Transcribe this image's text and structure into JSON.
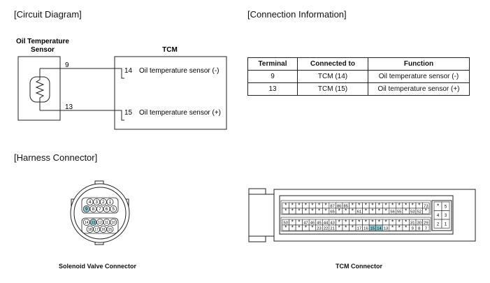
{
  "sections": {
    "circuit": "[Circuit Diagram]",
    "connection": "[Connection Information]",
    "harness": "[Harness Connector]"
  },
  "circuit": {
    "sensor_label": [
      "Oil Temperature",
      "Sensor"
    ],
    "tcm_label": "TCM",
    "wires": [
      {
        "pin": "9",
        "tcm_pin": "14",
        "label": "Oil temperature sensor (-)"
      },
      {
        "pin": "13",
        "tcm_pin": "15",
        "label": "Oil temperature sensor (+)"
      }
    ]
  },
  "table": {
    "headers": [
      "Terminal",
      "Connected to",
      "Function"
    ],
    "rows": [
      [
        "9",
        "TCM (14)",
        "Oil temperature sensor (-)"
      ],
      [
        "13",
        "TCM (15)",
        "Oil temperature sensor (+)"
      ]
    ]
  },
  "solenoid": {
    "caption": "Solenoid Valve Connector",
    "rows": [
      [
        "4",
        "3",
        "2",
        "1"
      ],
      [
        "9",
        "8",
        "7",
        "6",
        "5"
      ],
      [
        "14",
        "13",
        "12",
        "11",
        "10"
      ],
      [
        "18",
        "17",
        "16",
        "15"
      ]
    ],
    "highlight": [
      "9",
      "13"
    ],
    "highlight_color": "#8fc9d6"
  },
  "tcm_connector": {
    "caption": "TCM Connector",
    "block1": [
      [
        "*",
        "*",
        "*",
        "*",
        "*",
        "*",
        "*",
        "87",
        "86",
        "85",
        "*",
        "*",
        "*",
        "*",
        "*",
        "*",
        "*",
        "*",
        "*",
        "*",
        "*",
        "73"
      ],
      [
        "*",
        "*",
        "*",
        "*",
        "*",
        "*",
        "*",
        "65",
        "*",
        "*",
        "*",
        "61",
        "*",
        "*",
        "*",
        "*",
        "56",
        "55",
        "*",
        "53",
        "52",
        "*"
      ]
    ],
    "block2": [
      [
        "50",
        "*",
        "*",
        "47",
        "46",
        "45",
        "44",
        "43",
        "*",
        "*",
        "*",
        "*",
        "*",
        "*",
        "*",
        "*",
        "*",
        "*",
        "*",
        "31",
        "30",
        "29"
      ],
      [
        "*",
        "*",
        "*",
        "*",
        "*",
        "23",
        "22",
        "21",
        "*",
        "*",
        "*",
        "17",
        "16",
        "15",
        "14",
        "13",
        "*",
        "*",
        "*",
        "9",
        "8",
        "7"
      ]
    ],
    "side_block": [
      [
        "*",
        "5"
      ],
      [
        "4",
        "3"
      ],
      [
        "2",
        "1"
      ]
    ],
    "highlight": [
      "15",
      "14"
    ],
    "highlight_color": "#8fc9d6"
  }
}
